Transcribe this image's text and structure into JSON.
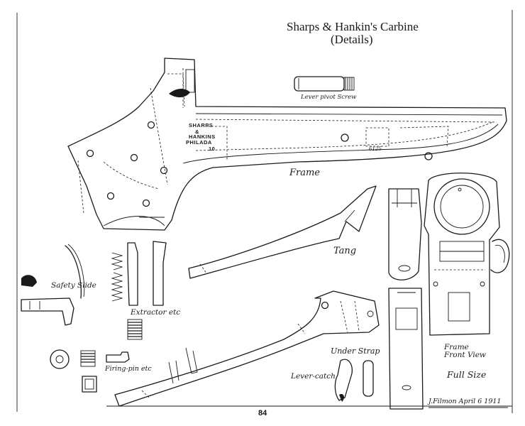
{
  "sheet": {
    "title_line1": "Sharps & Hankin's Carbine",
    "title_line2": "(Details)",
    "page_number": "84",
    "signature": "J.Filmon April 6 1911",
    "scale_note": "Full Size"
  },
  "labels": {
    "lever_pivot_screw": "Lever pivot Screw",
    "frame": "Frame",
    "tang": "Tang",
    "safety_slide": "Safety Slide",
    "extractor": "Extractor etc",
    "firing_pin": "Firing-pin etc",
    "under_strap": "Under Strap",
    "lever_catch": "Lever-catch",
    "frame_front_view": "Frame\nFront View",
    "dimension_mark": "6125"
  },
  "frame_stamp": {
    "line1": "SHARPS",
    "line2": "&",
    "line3": "HANKINS",
    "line4": "PHILADA"
  },
  "stamp_serial": "10"
}
